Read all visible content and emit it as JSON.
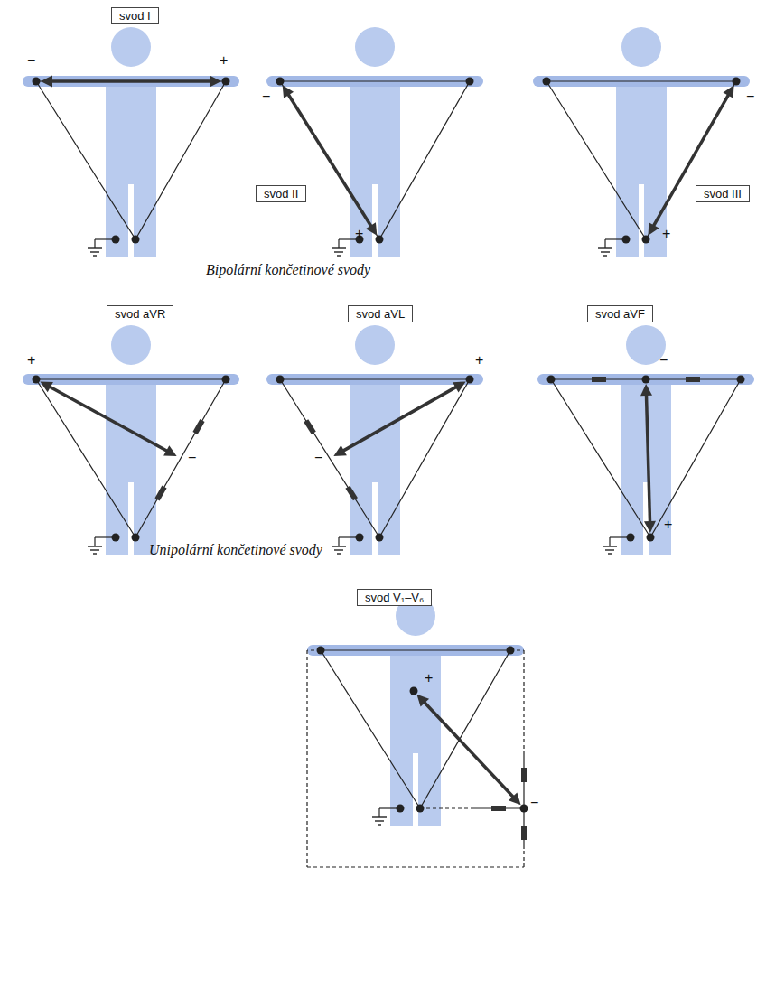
{
  "diagram": {
    "nodes": [
      {
        "text": [
          "svod I"
        ]
      },
      {
        "text": [
          "svod II"
        ]
      },
      {
        "text": [
          "svod III"
        ]
      },
      {
        "text": [
          "svod aVR"
        ]
      },
      {
        "text": [
          "svod aVL"
        ]
      },
      {
        "text": [
          "svod aVF"
        ]
      },
      {
        "text": [
          "svod V₁–V₆"
        ]
      }
    ],
    "labels": [
      "−",
      "+",
      "−",
      "+",
      "−",
      "+",
      "Bipolární končetinové svody",
      "+",
      "−",
      "−",
      "+",
      "−",
      "+",
      "Unipolární končetinové svody",
      "+",
      "−"
    ]
  }
}
